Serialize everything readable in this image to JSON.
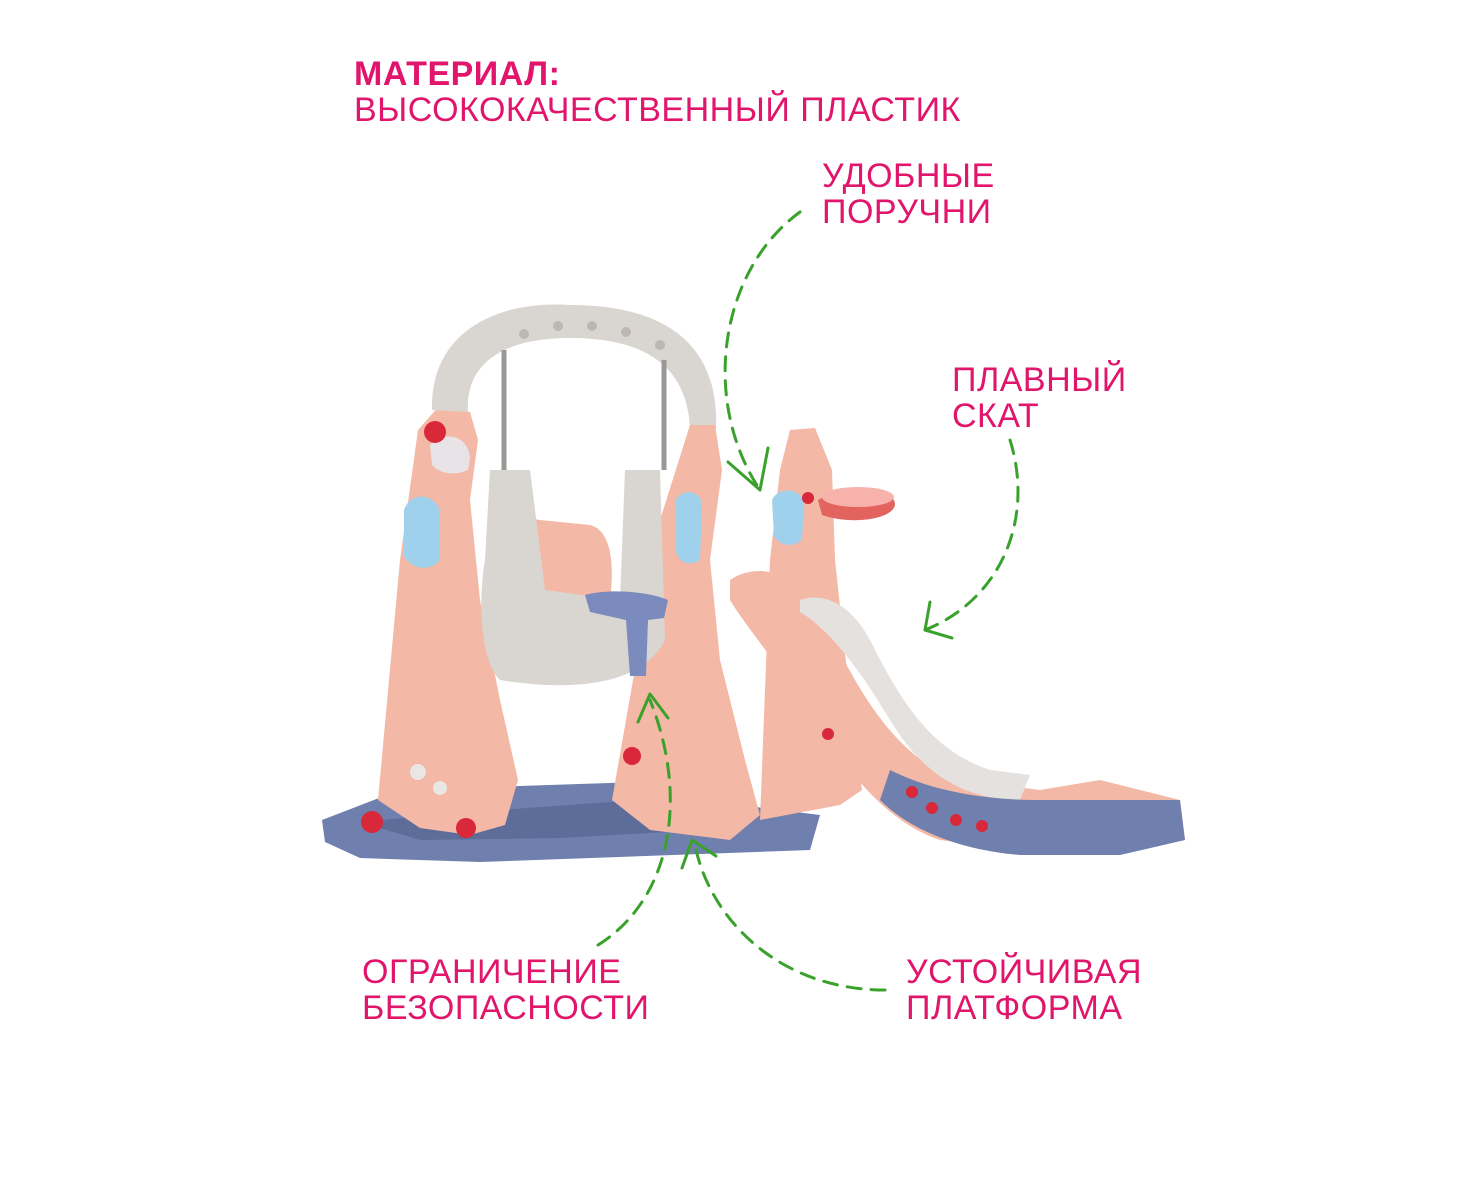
{
  "material": {
    "heading": "МАТЕРИАЛ:",
    "value": "ВЫСОКОКАЧЕСТВЕННЫЙ ПЛАСТИК"
  },
  "callouts": {
    "handrails": {
      "line1": "УДОБНЫЕ",
      "line2": "ПОРУЧНИ"
    },
    "slope": {
      "line1": "ПЛАВНЫЙ",
      "line2": "СКАТ"
    },
    "safety": {
      "line1": "ОГРАНИЧЕНИЕ",
      "line2": "БЕЗОПАСНОСТИ"
    },
    "platform": {
      "line1": "УСТОЙЧИВАЯ",
      "line2": "ПЛАТФОРМА"
    }
  },
  "colors": {
    "text_accent": "#e0156b",
    "arrow": "#3aa12c",
    "frame_pink": "#f3b8a6",
    "base_blue": "#6f7fae",
    "seat_gray": "#d9d6d2",
    "knob_red": "#d8283a",
    "panel_blue": "#9fd1ec"
  },
  "icons": [
    "dashed-curved-arrow-icon"
  ]
}
